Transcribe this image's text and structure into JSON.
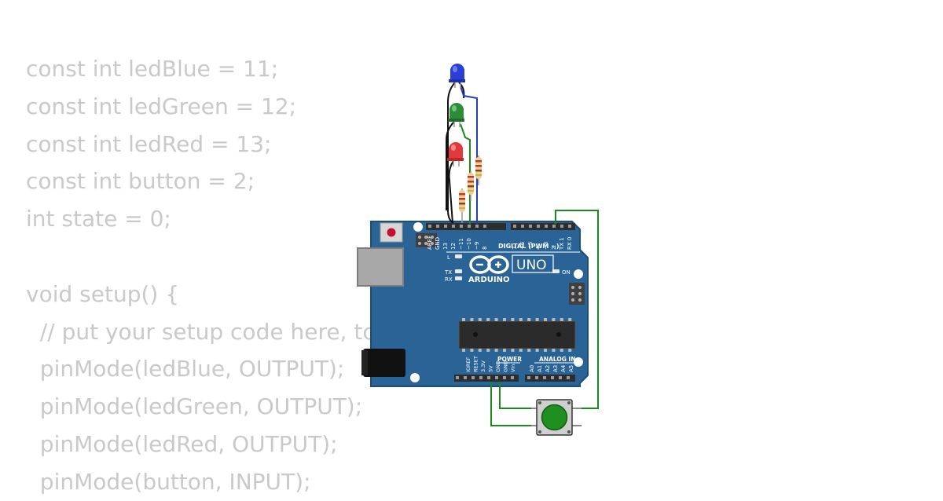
{
  "code": {
    "lines": [
      "const int ledBlue = 11;",
      "const int ledGreen = 12;",
      "const int ledRed = 13;",
      "const int button = 2;",
      "int state = 0;",
      "",
      "void setup() {",
      "  // put your setup code here, to run once:",
      "  pinMode(ledBlue, OUTPUT);",
      "  pinMode(ledGreen, OUTPUT);",
      "  pinMode(ledRed, OUTPUT);",
      "  pinMode(button, INPUT);"
    ]
  },
  "board": {
    "logo_text": "ARDUINO",
    "model": "UNO",
    "digital_header_label": "DIGITAL (PWM ~)",
    "power_label": "POWER",
    "analog_label": "ANALOG IN",
    "on_label": "ON",
    "l_label": "L",
    "tx_label": "TX",
    "rx_label": "RX",
    "digital_pins": [
      "AREF",
      "GND",
      "13",
      "12",
      "~11",
      "~10",
      "~9",
      "8",
      "7",
      "~6",
      "~5",
      "4",
      "~3",
      "2",
      "TX 1",
      "RX 0"
    ],
    "power_pins": [
      "IOREF",
      "RESET",
      "3.3V",
      "5V",
      "GND",
      "GND",
      "Vin"
    ],
    "analog_pins": [
      "A0",
      "A1",
      "A2",
      "A3",
      "A4",
      "A5"
    ]
  },
  "colors": {
    "board": "#2a6496",
    "board_dark": "#1d4c74",
    "code_text": "#c9c9c9",
    "led_blue": "#2b3fd8",
    "led_green": "#2e8b3a",
    "led_red": "#e03a3a",
    "wire_black": "#111111",
    "wire_blue": "#1f3fbf",
    "wire_green": "#1a8a1a",
    "button_cap": "#1f8f1f"
  }
}
